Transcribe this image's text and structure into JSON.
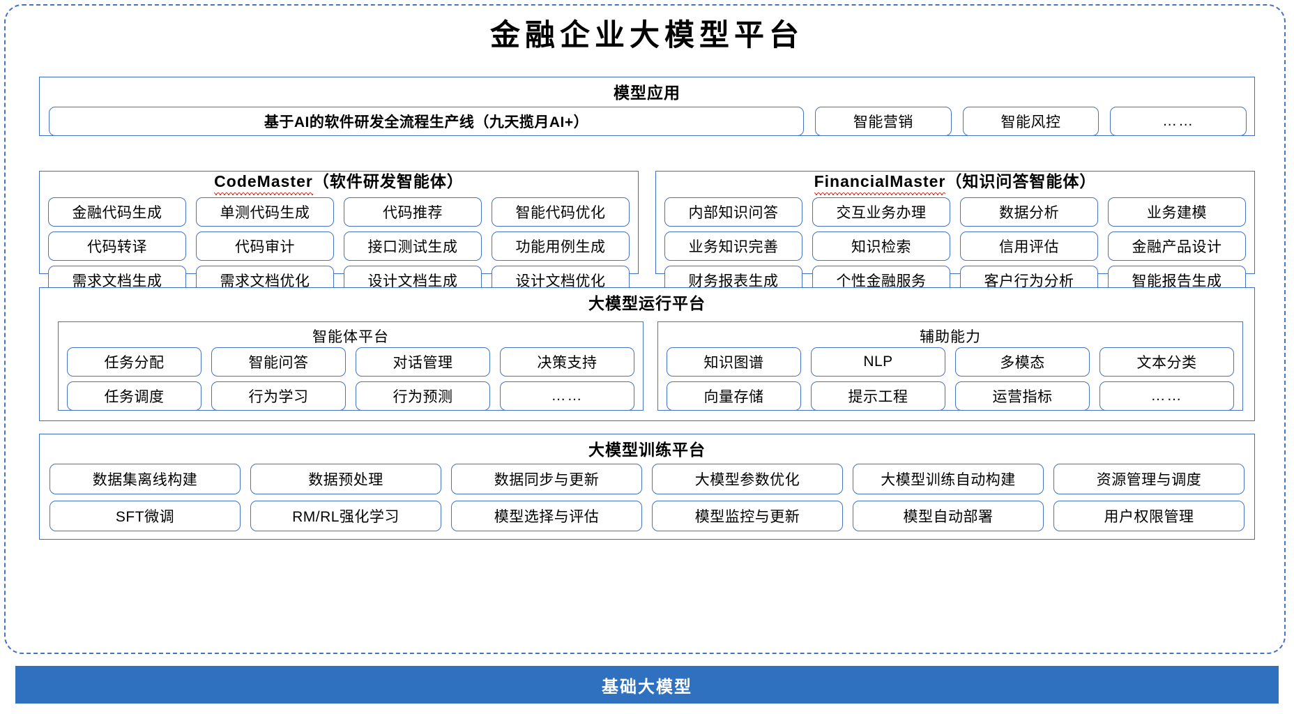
{
  "title": "金融企业大模型平台",
  "colors": {
    "border_blue": "#4472C4",
    "frame_blue": "#4472C4",
    "footer_blue": "#2F70BF",
    "spellcheck_red": "#e23b2e",
    "text": "#000000"
  },
  "model_application": {
    "title": "模型应用",
    "items": [
      "基于AI的软件研发全流程生产线（九天揽月AI+）",
      "智能营销",
      "智能风控",
      "……"
    ]
  },
  "agents": [
    {
      "name": "CodeMaster",
      "name_suffix": "（软件研发智能体）",
      "rows": [
        [
          "金融代码生成",
          "单测代码生成",
          "代码推荐",
          "智能代码优化"
        ],
        [
          "代码转译",
          "代码审计",
          "接口测试生成",
          "功能用例生成"
        ],
        [
          "需求文档生成",
          "需求文档优化",
          "设计文档生成",
          "设计文档优化"
        ]
      ]
    },
    {
      "name": "FinancialMaster",
      "name_suffix": "（知识问答智能体）",
      "rows": [
        [
          "内部知识问答",
          "交互业务办理",
          "数据分析",
          "业务建模"
        ],
        [
          "业务知识完善",
          "知识检索",
          "信用评估",
          "金融产品设计"
        ],
        [
          "财务报表生成",
          "个性金融服务",
          "客户行为分析",
          "智能报告生成"
        ]
      ]
    }
  ],
  "runtime_platform": {
    "title": "大模型运行平台",
    "subsections": [
      {
        "title": "智能体平台",
        "rows": [
          [
            "任务分配",
            "智能问答",
            "对话管理",
            "决策支持"
          ],
          [
            "任务调度",
            "行为学习",
            "行为预测",
            "……"
          ]
        ]
      },
      {
        "title": "辅助能力",
        "rows": [
          [
            "知识图谱",
            "NLP",
            "多模态",
            "文本分类"
          ],
          [
            "向量存储",
            "提示工程",
            "运营指标",
            "……"
          ]
        ]
      }
    ]
  },
  "training_platform": {
    "title": "大模型训练平台",
    "rows": [
      [
        "数据集离线构建",
        "数据预处理",
        "数据同步与更新",
        "大模型参数优化",
        "大模型训练自动构建",
        "资源管理与调度"
      ],
      [
        "SFT微调",
        "RM/RL强化学习",
        "模型选择与评估",
        "模型监控与更新",
        "模型自动部署",
        "用户权限管理"
      ]
    ]
  },
  "footer": {
    "label": "基础大模型"
  }
}
